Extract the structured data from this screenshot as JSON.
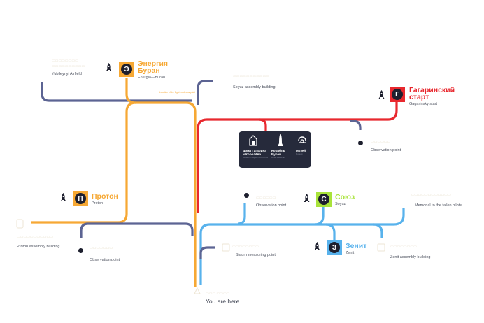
{
  "colors": {
    "orange": "#f6a834",
    "red": "#e8282e",
    "navy": "#5c6493",
    "blue": "#58b2ec",
    "green": "#a9e33b",
    "dark": "#1d1f2e",
    "card": "#262a3b"
  },
  "stations": {
    "energia": {
      "letter": "Э",
      "name_line1": "Энергия —",
      "name_line2": "Буран",
      "subtitle": "Energia—Buran",
      "icon": "rocket-icon"
    },
    "gagarin": {
      "letter": "Г",
      "name_line1": "Гагаринский",
      "name_line2": "старт",
      "subtitle": "Gagarinsky start",
      "icon": "rocket-icon"
    },
    "proton": {
      "letter": "П",
      "name": "Протон",
      "subtitle": "Proton",
      "icon": "rocket-icon"
    },
    "soyuz": {
      "letter": "С",
      "name": "Союз",
      "subtitle": "Soyuz",
      "icon": "rocket-icon"
    },
    "zenit": {
      "letter": "З",
      "name": "Зенит",
      "subtitle": "Zenit",
      "icon": "rocket-icon"
    }
  },
  "captions": {
    "yubileyny": "Yubileynyi Airfield",
    "soyuz_assembly": "Soyuz assembly building",
    "observation_right": "Observation point",
    "observation_mid": "Observation point",
    "memorial": "Memorial to the fallen pilots",
    "proton_assembly": "Proton assembly building",
    "observation_left": "Observation point",
    "saturn": "Saturn measuring point",
    "zenit_assembly": "Zenit assembly building",
    "flight_location": "Location of the flight readiness point"
  },
  "museum": {
    "items": [
      {
        "title_line1": "Дома Гагарина",
        "title_line2": "и Королёва",
        "subtitle": "Houses of Gagarin and Korolev",
        "icon": "house-icon"
      },
      {
        "title_line1": "Корабль",
        "title_line2": "Буран",
        "subtitle": "Buran spacecraft",
        "icon": "shuttle-icon"
      },
      {
        "title_line1": "Музей",
        "title_line2": "",
        "subtitle": "Museum",
        "icon": "museum-icon"
      }
    ]
  },
  "you_are_here": "You are here",
  "icons": [
    "rocket-icon",
    "observation-dot-icon",
    "pin-icon"
  ]
}
